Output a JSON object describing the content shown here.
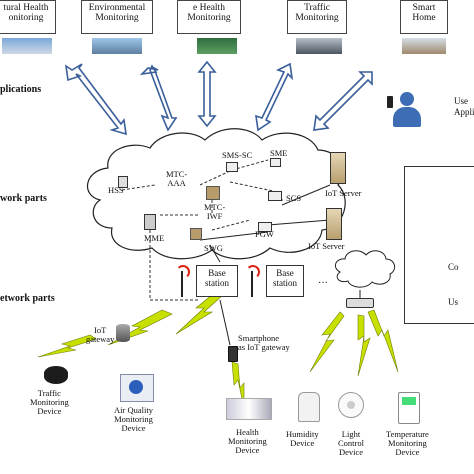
{
  "applications": [
    {
      "id": "agri",
      "label": "Agricultural Health\nMonitoring",
      "visible": "tural Health\nonitoring"
    },
    {
      "id": "env",
      "label": "Environmental\nMonitoring"
    },
    {
      "id": "ehealth",
      "label": "e Health\nMonitoring"
    },
    {
      "id": "traffic",
      "label": "Traffic\nMonitoring"
    },
    {
      "id": "home",
      "label": "Smart\nHome"
    }
  ],
  "sections": {
    "applications": "plications",
    "core": "work parts",
    "access": "etwork parts"
  },
  "user": {
    "label_line1": "Use",
    "label_line2": "Applic"
  },
  "core_nodes": {
    "hss": "HSS",
    "mtc_aaa": "MTC-\nAAA",
    "sms_sc": "SMS-SC",
    "sme": "SME",
    "scs": "SCS",
    "mtc_iwf": "MTC-\nIWF",
    "mme": "MME",
    "swg": "SWG",
    "pgw": "PGW"
  },
  "servers": {
    "s1": "IoT Server",
    "s2": "IoT Server"
  },
  "base_stations": {
    "b1": "Base\nstation",
    "b2": "Base\nstation"
  },
  "gateways": {
    "iot": "IoT\ngateway",
    "phone": "Smartphone\nas IoT gateway"
  },
  "devices": [
    {
      "id": "traffic",
      "label": "Traffic\nMonitoring\nDevice"
    },
    {
      "id": "air",
      "label": "Air Quality\nMonitoring\nDevice"
    },
    {
      "id": "health",
      "label": "Health\nMonitoring\nDevice"
    },
    {
      "id": "humidity",
      "label": "Humidity\nDevice"
    },
    {
      "id": "light",
      "label": "Light\nControl\nDevice"
    },
    {
      "id": "temp",
      "label": "Temperature\nMonitoring\nDevice"
    }
  ],
  "legend": {
    "control": "Co",
    "user": "Us"
  },
  "colors": {
    "lightning": "#c8e000",
    "arrow_fill": "#ffffff",
    "arrow_stroke": "#3a5f9a",
    "user_icon": "#3d6db5"
  }
}
